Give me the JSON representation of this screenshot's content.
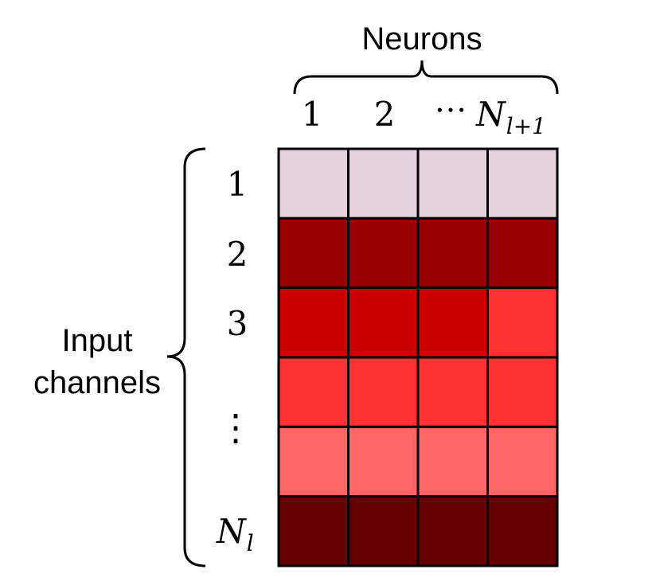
{
  "title": "Neurons",
  "row_group_label": [
    "Input",
    "channels"
  ],
  "column_labels": [
    {
      "text": "1"
    },
    {
      "text": "2"
    },
    {
      "text": "⋅⋅⋅"
    },
    {
      "base": "N",
      "sub": "l+1"
    }
  ],
  "row_labels": [
    {
      "text": "1"
    },
    {
      "text": "2"
    },
    {
      "text": "3"
    },
    {
      "text": "⋮"
    },
    {
      "text": ""
    },
    {
      "base": "N",
      "sub": "l"
    }
  ],
  "colors": {
    "outline": "#000000",
    "grid": [
      [
        "#e5d2de",
        "#e5d2de",
        "#e5d2de",
        "#e5d2de"
      ],
      [
        "#990000",
        "#990000",
        "#990000",
        "#990000"
      ],
      [
        "#cc0000",
        "#cc0000",
        "#cc0000",
        "#ff3333"
      ],
      [
        "#ff3333",
        "#ff3333",
        "#ff3333",
        "#ff3333"
      ],
      [
        "#ff6666",
        "#ff6666",
        "#ff6666",
        "#ff6666"
      ],
      [
        "#660000",
        "#660000",
        "#660000",
        "#660000"
      ]
    ]
  }
}
